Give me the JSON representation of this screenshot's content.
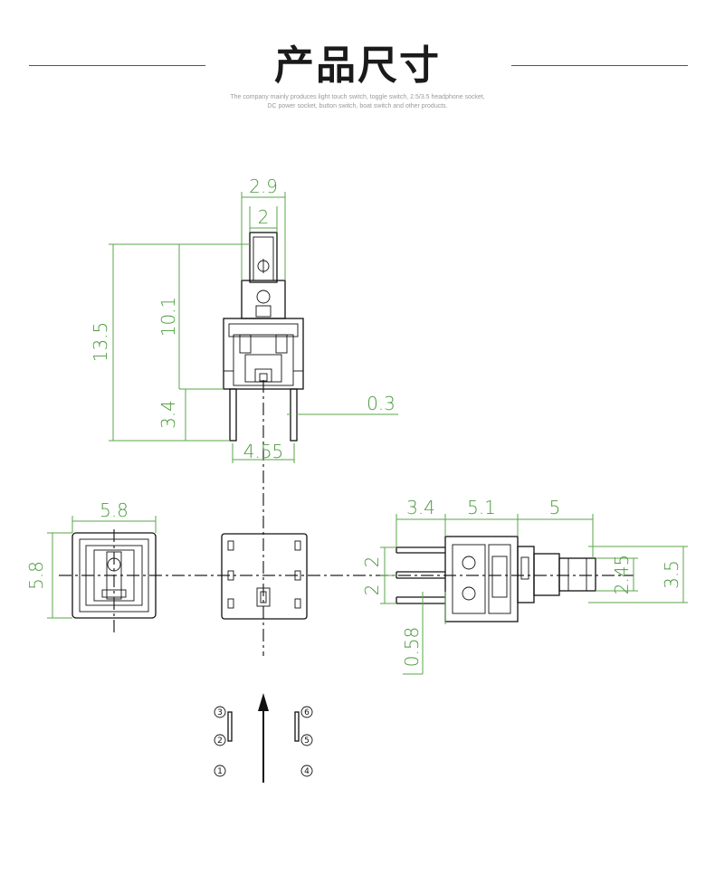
{
  "header": {
    "title": "产品尺寸",
    "subtitle_line1": "The company mainly produces light touch switch, toggle switch, 2.5/3.5 headphone socket,",
    "subtitle_line2": "DC power socket, button switch, boat switch and other products."
  },
  "dimensions": {
    "top_width": "2.9",
    "top_inner": "2",
    "total_height": "13.5",
    "body_height": "10.1",
    "pin_length": "3.4",
    "pin_thickness": "0.3",
    "pin_pitch": "4.55",
    "square_width": "5.8",
    "square_height": "5.8",
    "side_pin": "3.4",
    "side_body": "5.1",
    "side_stem": "5",
    "side_pitch_a": "2",
    "side_pitch_b": "2",
    "side_pin_offset": "0.58",
    "stem_height": "2.45",
    "stem_outer": "3.5"
  },
  "pins": [
    "1",
    "2",
    "3",
    "4",
    "5",
    "6"
  ],
  "colors": {
    "dimension": "#5aa64a",
    "outline": "#111111"
  }
}
